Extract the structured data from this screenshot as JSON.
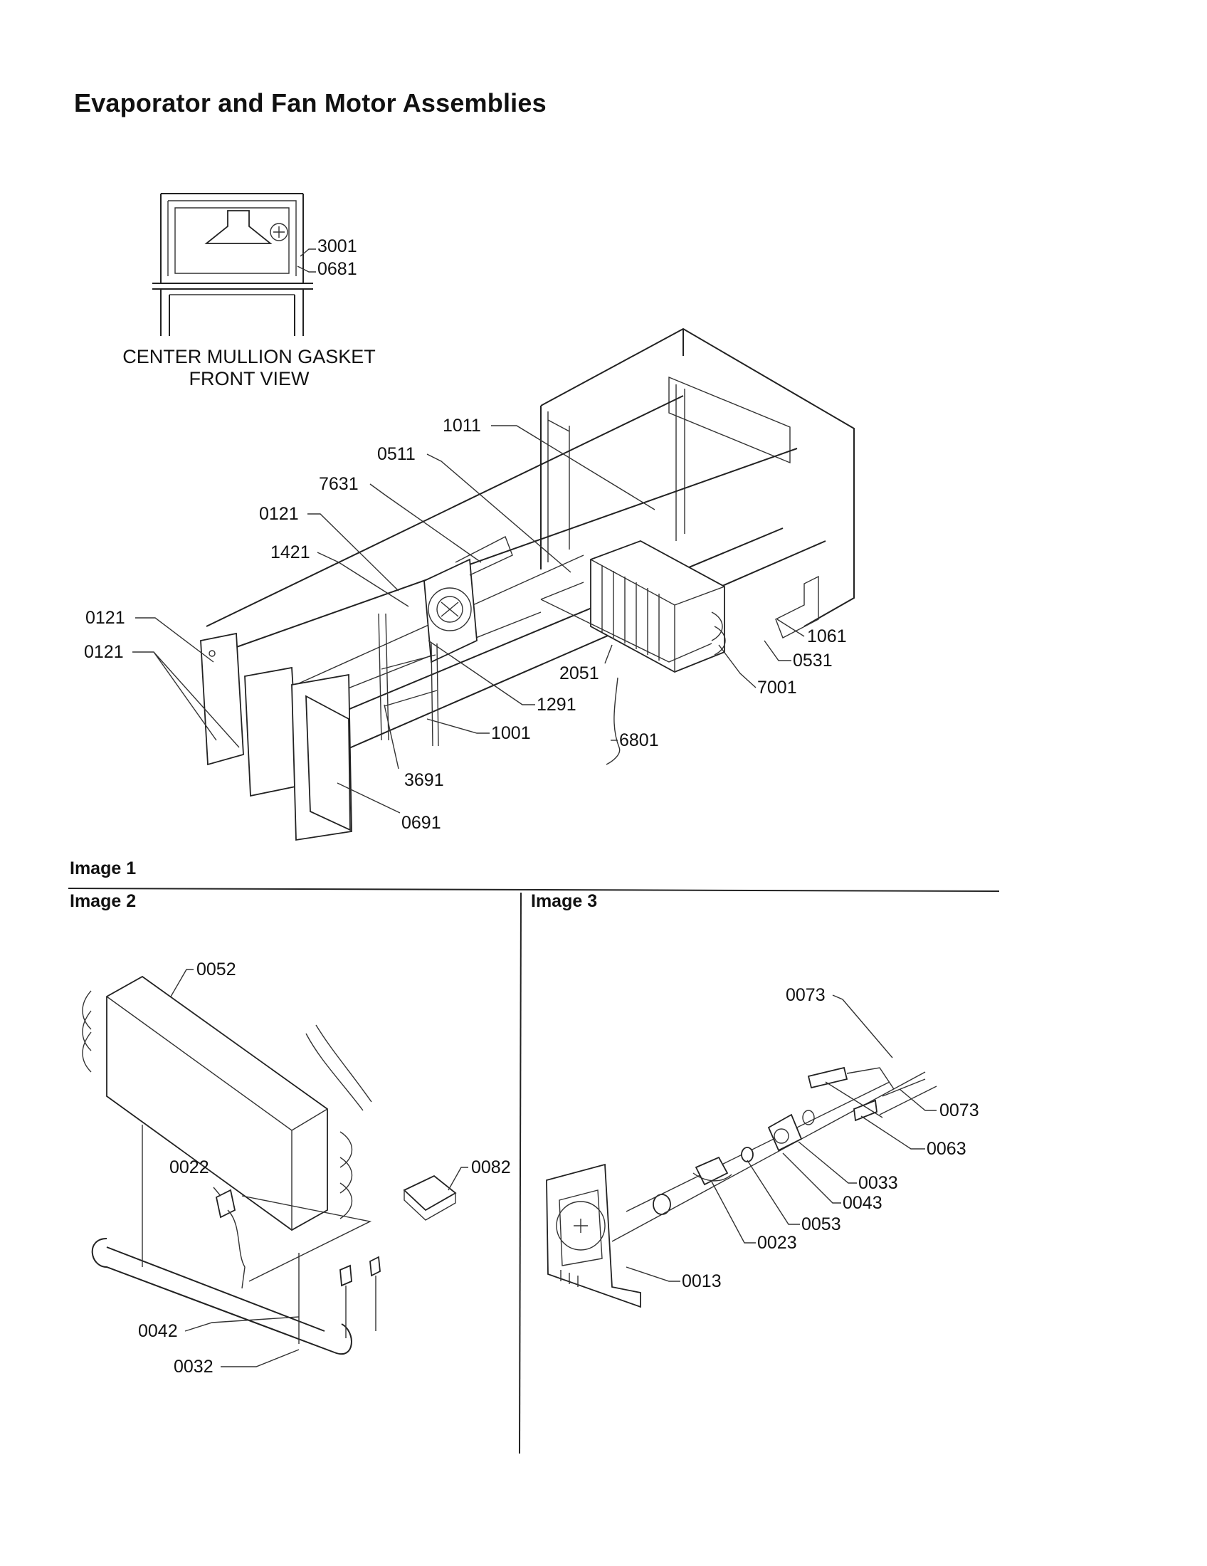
{
  "page": {
    "title": "Evaporator and Fan Motor Assemblies",
    "gasket_caption_line1": "CENTER MULLION GASKET",
    "gasket_caption_line2": "FRONT VIEW"
  },
  "sections": {
    "image1": "Image 1",
    "image2": "Image 2",
    "image3": "Image 3"
  },
  "callouts": {
    "gasket": [
      "3001",
      "0681"
    ],
    "image1": [
      "1011",
      "0511",
      "7631",
      "0121",
      "1421",
      "0121",
      "0121",
      "1061",
      "0531",
      "7001",
      "2051",
      "1291",
      "1001",
      "6801",
      "3691",
      "0691"
    ],
    "image2": [
      "0052",
      "0022",
      "0082",
      "0042",
      "0032"
    ],
    "image3": [
      "0073",
      "0073",
      "0063",
      "0033",
      "0043",
      "0053",
      "0023",
      "0013"
    ]
  }
}
